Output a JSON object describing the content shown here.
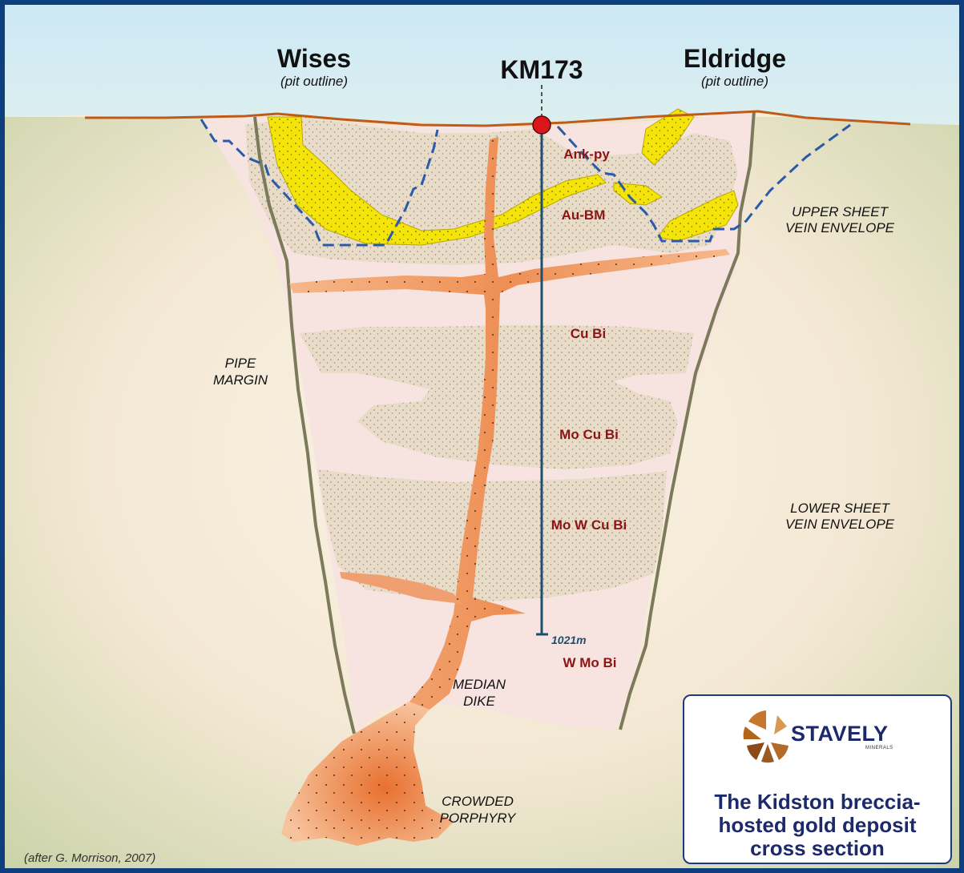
{
  "pits": {
    "left": {
      "name": "Wises",
      "sub": "(pit outline)"
    },
    "right": {
      "name": "Eldridge",
      "sub": "(pit outline)"
    }
  },
  "drillhole": {
    "name": "KM173",
    "depth_label": "1021m"
  },
  "zones": {
    "ank_py": "Ank-py",
    "au_bm": "Au-BM",
    "cu_bi": "Cu Bi",
    "mo_cu_bi": "Mo Cu Bi",
    "mo_w_cu_bi": "Mo W Cu Bi",
    "w_mo_bi": "W Mo Bi"
  },
  "labels": {
    "upper_sheet": [
      "UPPER SHEET",
      "VEIN ENVELOPE"
    ],
    "lower_sheet": [
      "LOWER SHEET",
      "VEIN ENVELOPE"
    ],
    "pipe_margin": [
      "PIPE",
      "MARGIN"
    ],
    "median_dike": [
      "MEDIAN",
      "DIKE"
    ],
    "crowded_porphyry": [
      "CROWDED",
      "PORPHYRY"
    ]
  },
  "logo": {
    "brand": "STAVELY",
    "sub": "MINERALS",
    "title_lines": [
      "The Kidston breccia-",
      "hosted gold deposit",
      "cross section"
    ]
  },
  "credit": "(after G. Morrison, 2007)",
  "colors": {
    "frame": "#0d3f7e",
    "sky": "#cfe9f3",
    "ground": "#f7ecd9",
    "pipe": "#f7e3e0",
    "breccia": "#e6dac6",
    "gold_ore": "#f4e300",
    "dike": "#ef9a5c",
    "drillhole": "#1f4f6f",
    "collar": "#d8161b",
    "pit_outline": "#2a5aa8",
    "zone_text": "#8b1414",
    "title_text": "#1c2a6b"
  }
}
